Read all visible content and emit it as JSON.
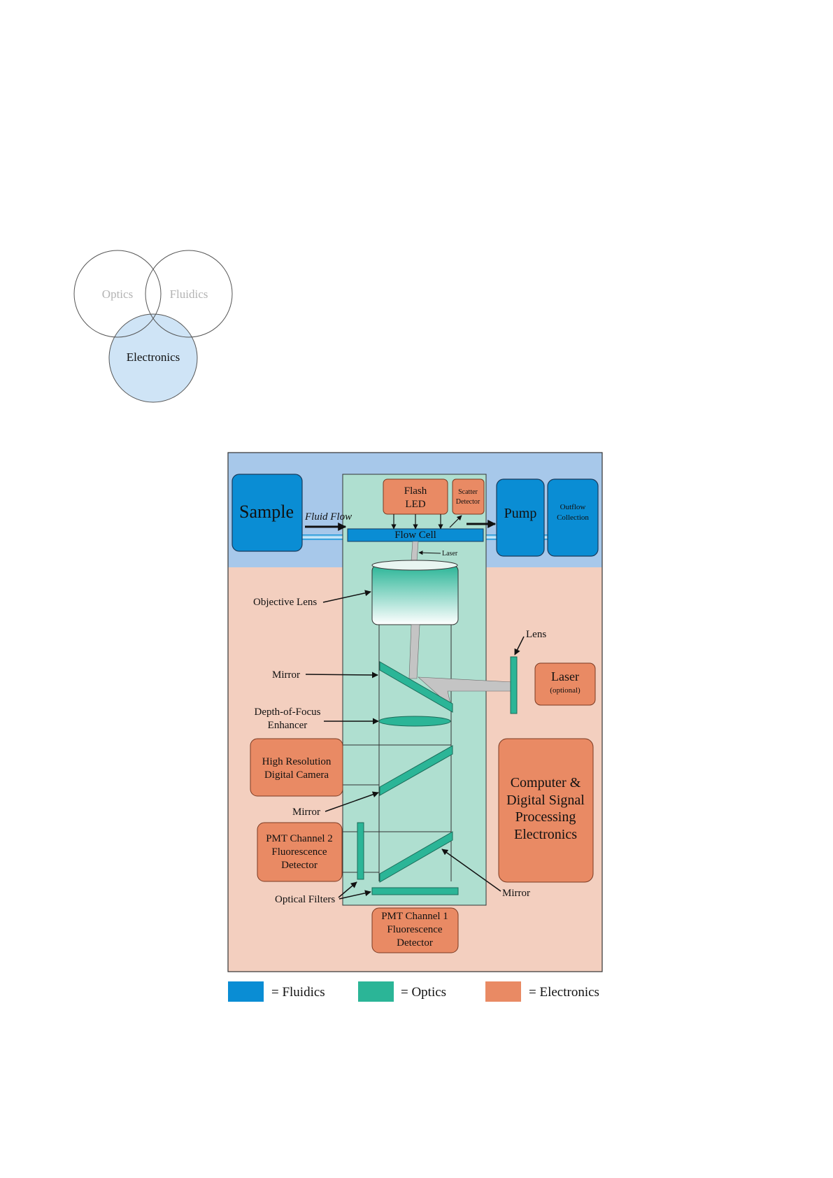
{
  "venn": {
    "circles": [
      {
        "label": "Optics",
        "color": "#ffffff",
        "text_color": "#b3b3b3"
      },
      {
        "label": "Fluidics",
        "color": "#ffffff",
        "text_color": "#b3b3b3"
      },
      {
        "label": "Electronics",
        "color": "#cfe4f6",
        "text_color": "#111111"
      }
    ]
  },
  "diagram": {
    "colors": {
      "fluidics": "#0a8dd4",
      "fluidics_bg": "#a7c8ea",
      "optics": "#2bb597",
      "optics_bg": "#afdfd0",
      "electronics": "#e98a64",
      "electronics_bg": "#f3cfbf"
    },
    "fluidics": {
      "sample": "Sample",
      "fluid_flow": "Fluid Flow",
      "flow_cell": "Flow Cell",
      "pump": "Pump",
      "outflow_line1": "Outflow",
      "outflow_line2": "Collection"
    },
    "electronics": {
      "flash_line1": "Flash",
      "flash_line2": "LED",
      "scatter_line1": "Scatter",
      "scatter_line2": "Detector",
      "laser_box": "Laser",
      "laser_optional": "(optional)",
      "camera_line1": "High Resolution",
      "camera_line2": "Digital Camera",
      "pmt2_line1": "PMT Channel 2",
      "pmt2_line2": "Fluorescence",
      "pmt2_line3": "Detector",
      "pmt1_line1": "PMT Channel 1",
      "pmt1_line2": "Fluorescence",
      "pmt1_line3": "Detector",
      "computer_line1": "Computer &",
      "computer_line2": "Digital Signal",
      "computer_line3": "Processing",
      "computer_line4": "Electronics"
    },
    "labels": {
      "laser_beam": "Laser",
      "objective_lens": "Objective Lens",
      "lens": "Lens",
      "mirror_1": "Mirror",
      "dof_line1": "Depth-of-Focus",
      "dof_line2": "Enhancer",
      "mirror_2": "Mirror",
      "optical_filters": "Optical Filters",
      "mirror_3": "Mirror"
    },
    "legend": {
      "fluidics": "= Fluidics",
      "optics": "= Optics",
      "electronics": "= Electronics"
    }
  }
}
